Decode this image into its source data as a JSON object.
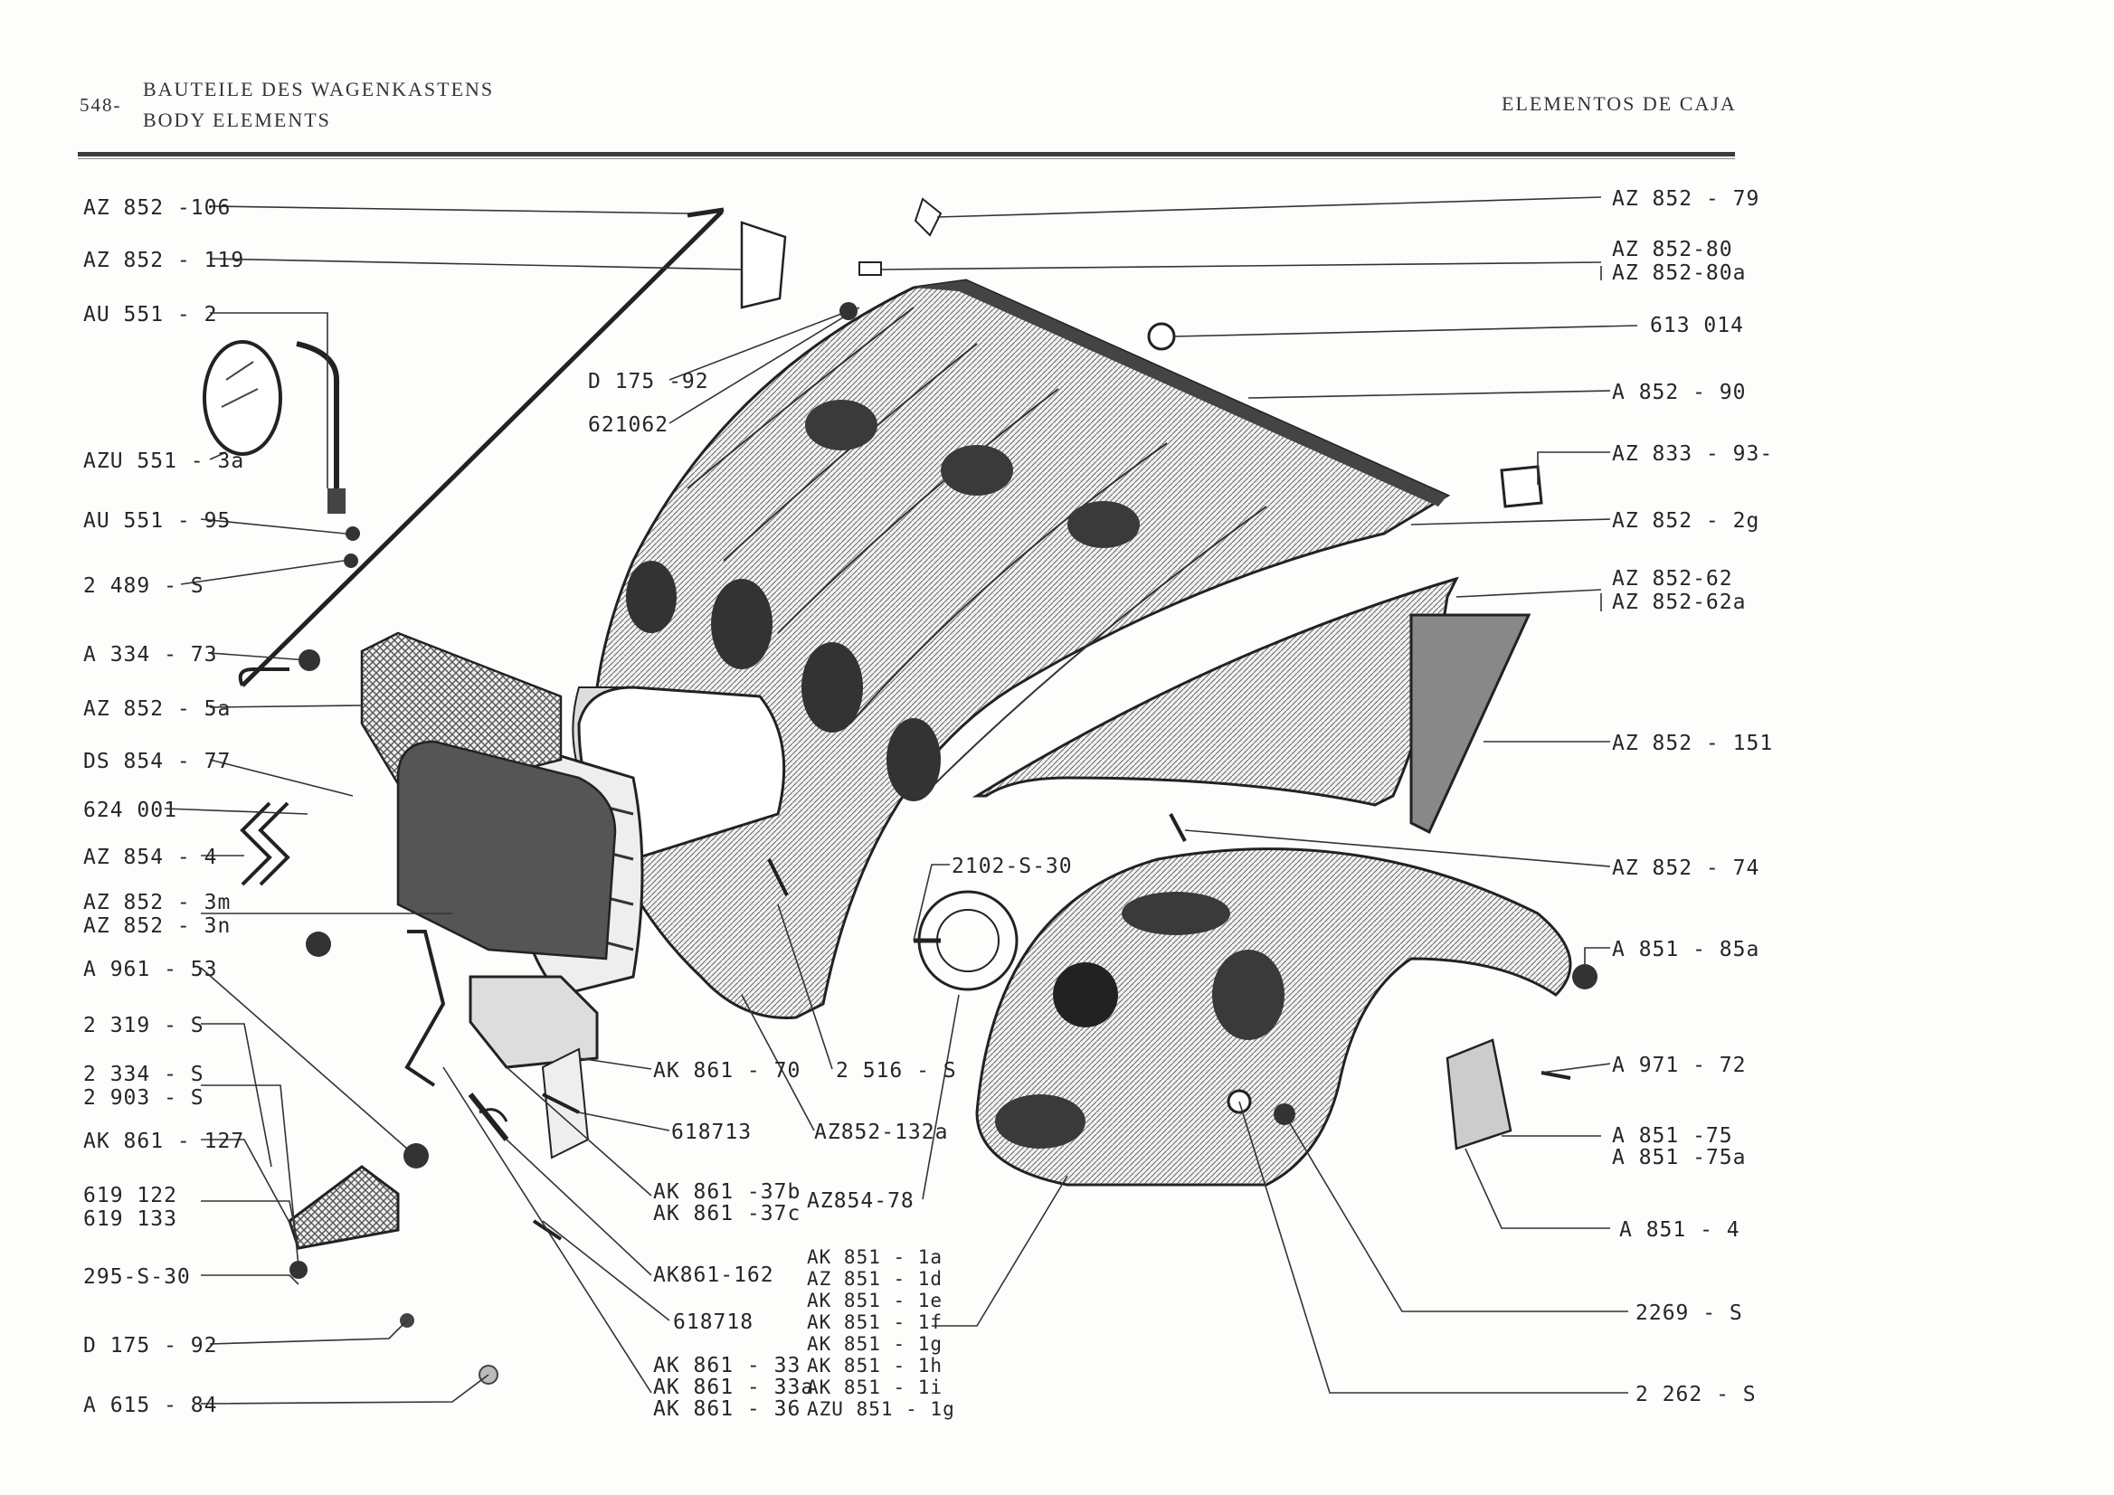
{
  "header": {
    "page_number": "548-",
    "title_de": "BAUTEILE DES WAGENKASTENS",
    "title_en": "BODY ELEMENTS",
    "title_es": "ELEMENTOS DE CAJA"
  },
  "labels": {
    "left": {
      "l1": "AZ 852 -106",
      "l2": "AZ 852 - 119",
      "l3": "AU 551 - 2",
      "l4": "AZU 551 - 3a",
      "l5": "AU 551 - 95",
      "l6": "2 489 - S",
      "l7": "A  334 - 73",
      "l8": "AZ 852 - 5a",
      "l9": "DS 854 - 77",
      "l10": "624 001",
      "l11": "AZ 854 - 4",
      "l12": "AZ 852 - 3m",
      "l13": "AZ 852 - 3n",
      "l14": "A  961 - 53",
      "l15": "2 319 - S",
      "l16": "2 334 - S",
      "l17": "2 903 - S",
      "l18": "AK 861 - 127",
      "l19": "619 122",
      "l20": "619 133",
      "l21": "295-S-30",
      "l22": "D  175 - 92",
      "l23": "A 615 - 84"
    },
    "center": {
      "c1": "D 175 -92",
      "c2": "621062",
      "c3": "AK 861 - 70",
      "c4": "2 516 - S",
      "c5": "618713",
      "c6": "AZ852-132a",
      "c7": "AK 861 -37b",
      "c8": "AK 861 -37c",
      "c9": "AK861-162",
      "c10": "618718",
      "c11": "AK 861 - 33",
      "c12": "AK 861 - 33a",
      "c13": "AK 861 - 36",
      "c14": "2102-S-30",
      "c15": "AZ854-78",
      "c16": "AK  851 - 1a",
      "c17": "AZ  851 - 1d",
      "c18": "AK  851 - 1e",
      "c19": "AK  851 - 1f",
      "c20": "AK  851 - 1g",
      "c21": "AK  851 - 1h",
      "c22": "AK  851 - 1i",
      "c23": "AZU 851 - 1g"
    },
    "right": {
      "r1": "AZ 852 - 79",
      "r2": "AZ 852-80",
      "r3": "AZ 852-80a",
      "r4": "613 014",
      "r5": "A  852 - 90",
      "r6": "AZ 833 - 93-",
      "r7": "AZ 852 - 2g",
      "r8": "AZ 852-62",
      "r9": "AZ 852-62a",
      "r10": "AZ 852 - 151",
      "r11": "AZ 852 - 74",
      "r12": "A  851 - 85a",
      "r13": "A  971 - 72",
      "r14": "A  851 -75",
      "r15": "A  851 -75a",
      "r16": "A  851 - 4",
      "r17": "2269 - S",
      "r18": "2 262 - S"
    }
  }
}
